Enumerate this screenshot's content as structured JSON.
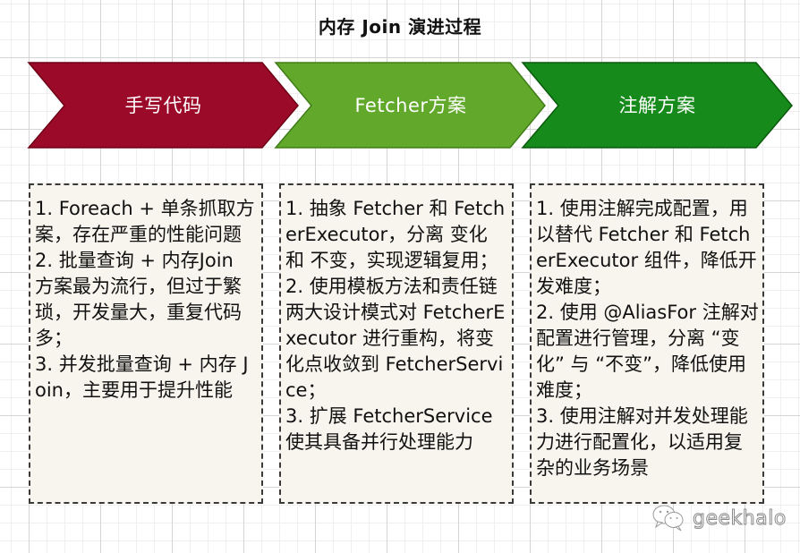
{
  "title": "内存 Join 演进过程",
  "stages": [
    {
      "label": "手写代码",
      "color": "#9c0a2a",
      "border": "#6e0015"
    },
    {
      "label": "Fetcher方案",
      "color": "#62a92b",
      "border": "#3f7d17"
    },
    {
      "label": "注解方案",
      "color": "#168a1a",
      "border": "#0a5a0c"
    }
  ],
  "boxes": [
    {
      "items": [
        "1. Foreach + 单条抓取方案，存在严重的性能问题",
        "2. 批量查询 + 内存Join 方案最为流行，但过于繁琐，开发量大，重复代码多；",
        "3. 并发批量查询 + 内存 Join，主要用于提升性能"
      ]
    },
    {
      "items": [
        "1. 抽象 Fetcher 和 FetcherExecutor，分离 变化 和 不变，实现逻辑复用；",
        "2. 使用模板方法和责任链两大设计模式对 FetcherExecutor 进行重构，将变化点收敛到 FetcherService；",
        "3. 扩展 FetcherService 使其具备并行处理能力"
      ]
    },
    {
      "items": [
        "1. 使用注解完成配置，用以替代 Fetcher 和 FetcherExecutor 组件，降低开发难度；",
        "2. 使用 @AliasFor 注解对配置进行管理，分离 “变化” 与 “不变”，降低使用难度；",
        "3. 使用注解对并发处理能力进行配置化，以适用复杂的业务场景"
      ]
    }
  ],
  "watermark": {
    "icon": "wechat-icon",
    "text": "geekhalo"
  }
}
